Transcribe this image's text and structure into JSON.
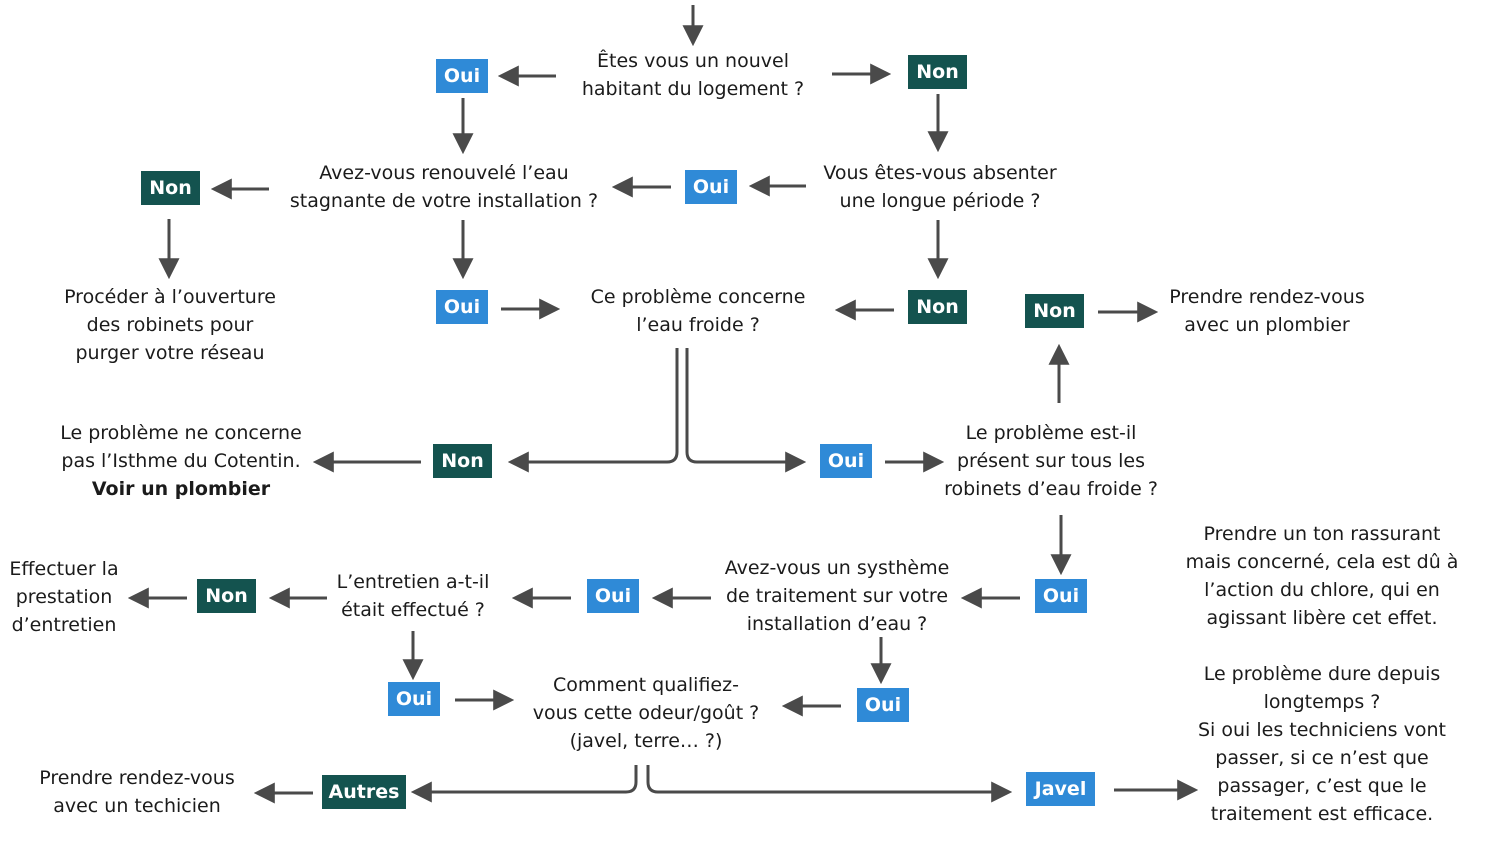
{
  "colors": {
    "oui": "#2f8ad7",
    "non": "#14534f",
    "arrow": "#4a4a4a"
  },
  "texts": {
    "q1": [
      "Êtes vous un nouvel",
      "habitant du logement ?"
    ],
    "q2": [
      "Avez-vous renouvelé l’eau",
      "stagnante de votre installation ?"
    ],
    "q3": [
      "Vous êtes-vous absenter",
      "une longue période ?"
    ],
    "purge": [
      "Procéder à l’ouverture",
      "des robinets pour",
      "purger votre réseau"
    ],
    "q4": [
      "Ce problème concerne",
      "l’eau froide ?"
    ],
    "rdv1": [
      "Prendre rendez-vous",
      "avec un plombier"
    ],
    "notisthme": [
      "Le problème ne concerne",
      "pas l’Isthme du Cotentin."
    ],
    "voir": "Voir un plombier",
    "q5": [
      "Le problème est-il",
      "présent sur tous les",
      "robinets d’eau froide ?"
    ],
    "entretien_do": [
      "Effectuer la",
      "prestation",
      "d’entretien"
    ],
    "q7": [
      "L’entretien a-t-il",
      "était effectué ?"
    ],
    "q6": [
      "Avez-vous un systhème",
      "de traitement sur votre",
      "installation d’eau ?"
    ],
    "chlore": [
      "Prendre un ton rassurant",
      "mais concerné, cela est dû à",
      "l’action du chlore, qui en",
      "agissant libère cet effet."
    ],
    "q8": [
      "Comment qualifiez-",
      "vous cette odeur/goût ?",
      "(javel, terre… ?)"
    ],
    "duree": [
      "Le problème dure depuis",
      "longtemps ?",
      "Si oui les techniciens vont",
      "passer, si ce n’est que",
      "passager, c’est que le",
      "traitement est efficace."
    ],
    "rdv2": [
      "Prendre rendez-vous",
      "avec un techicien"
    ]
  },
  "badges": {
    "oui": "Oui",
    "non": "Non",
    "autres": "Autres",
    "javel": "Javel"
  }
}
